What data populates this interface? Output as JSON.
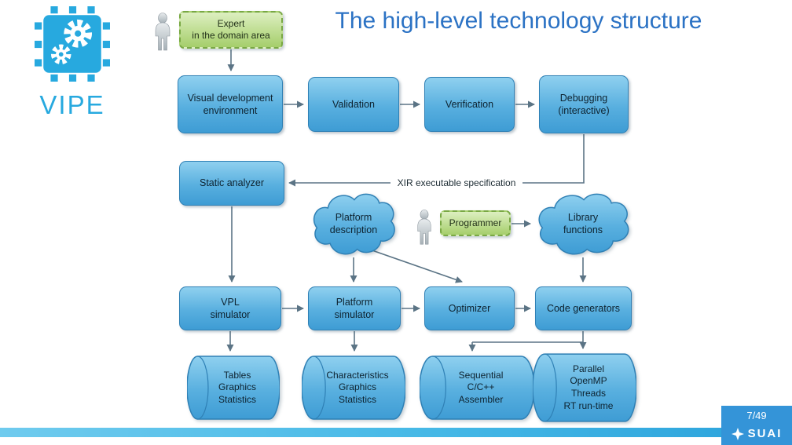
{
  "logo": {
    "brand": "VIPE"
  },
  "header": {
    "title": "The high-level technology structure"
  },
  "diagram": {
    "expert": "Expert\nin the domain area",
    "programmer": "Programmer",
    "vde": "Visual development\nenvironment",
    "validation": "Validation",
    "verification": "Verification",
    "debugging": "Debugging\n(interactive)",
    "static_analyzer": "Static analyzer",
    "platform_description": "Platform\ndescription",
    "library_functions": "Library\nfunctions",
    "vpl_simulator": "VPL\nsimulator",
    "platform_simulator": "Platform\nsimulator",
    "optimizer": "Optimizer",
    "code_generators": "Code generators",
    "xir_label": "XIR executable specification",
    "outputs": {
      "tables": "Tables\nGraphics\nStatistics",
      "characteristics": "Characteristics\nGraphics\nStatistics",
      "sequential": "Sequential\nC/C++\nAssembler",
      "parallel": "Parallel\nOpenMP\nThreads\nRT run-time"
    }
  },
  "footer": {
    "page": "7/49",
    "org": "SUAI"
  },
  "colors": {
    "title_blue": "#2B72C4",
    "logo_cyan": "#27A9DF",
    "shape_fill": "#58AFDF",
    "shape_border": "#2F80B5",
    "actor_green": "#A5CE6B",
    "arrow_gray": "#5B7485",
    "footer_bar": "#45B8E6",
    "footer_box": "#3494D8"
  }
}
